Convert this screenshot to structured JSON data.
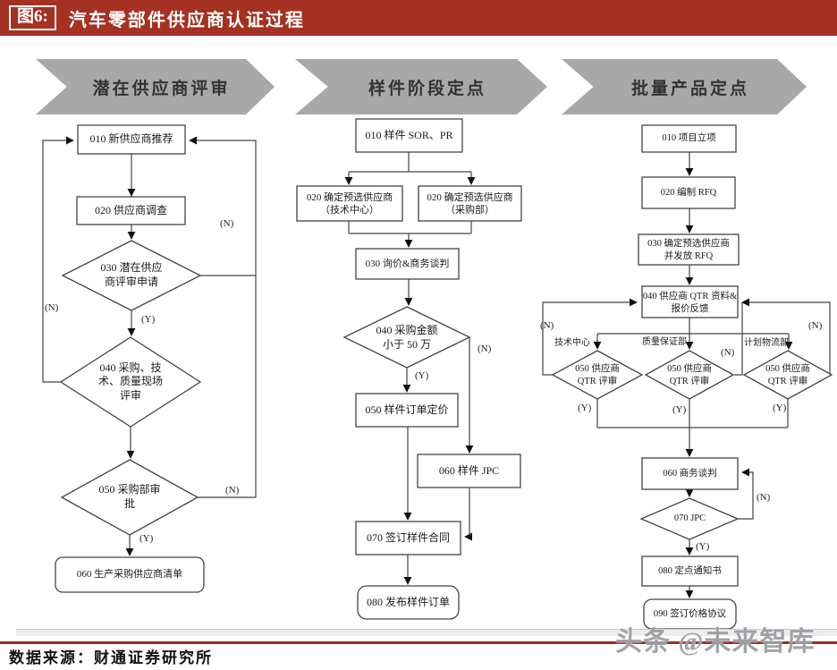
{
  "title": {
    "tag": "图6:",
    "text": "汽车零部件供应商认证过程"
  },
  "labels": {
    "yes": "(Y)",
    "no": "(N)"
  },
  "columns": [
    {
      "banner": "潜在供应商评审",
      "nodes": {
        "n010": "010 新供应商推荐",
        "n020": "020 供应商调查",
        "n030": "030 潜在供应\n商评审申请",
        "n040": "040 采购、技\n术、质量现场\n评审",
        "n050": "050 采购部审\n批",
        "n060": "060 生产采购供应商清单"
      }
    },
    {
      "banner": "样件阶段定点",
      "nodes": {
        "n010": "010 样件 SOR、PR",
        "n020a": "020 确定预选供应商\n（技术中心）",
        "n020b": "020 确定预选供应商\n（采购部）",
        "n030": "030 询价&商务谈判",
        "n040": "040 采购金额\n小于 50 万",
        "n050": "050 样件订单定价",
        "n060": "060 样件 JPC",
        "n070": "070 签订样件合同",
        "n080": "080 发布样件订单"
      }
    },
    {
      "banner": "批量产品定点",
      "departments": [
        "技术中心",
        "质量保证部",
        "计划物流部"
      ],
      "nodes": {
        "n010": "010 项目立项",
        "n020": "020 编制 RFQ",
        "n030": "030 确定预选供应商\n并发放 RFQ",
        "n040": "040 供应商 QTR 资料&\n报价反馈",
        "n050": "050 供应商\nQTR 评审",
        "n060": "060 商务谈判",
        "n070": "070 JPC",
        "n080": "080 定点通知书",
        "n090": "090 签订价格协议"
      }
    }
  ],
  "footer": {
    "source": "数据来源：财通证券研究所"
  },
  "watermark": "头条 @未来智库",
  "colors": {
    "title_bar": "#A53122",
    "banner_gray": "#A8A8A8",
    "divider_red": "#9E2B1B",
    "line": "#444444"
  }
}
